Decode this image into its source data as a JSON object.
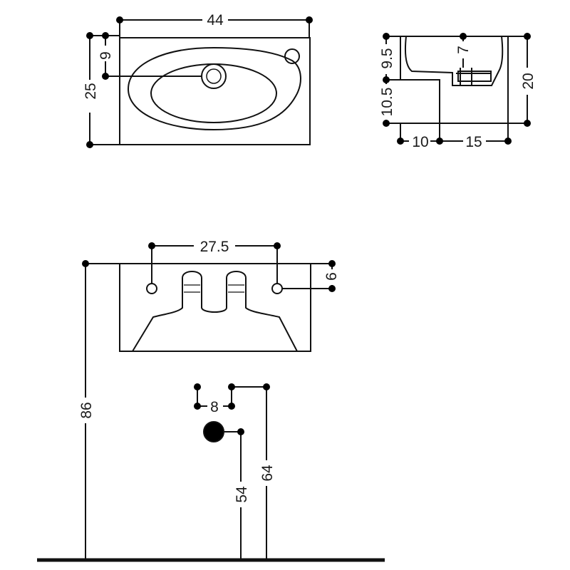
{
  "top_view": {
    "width_label": "44",
    "depth_label": "25",
    "tap_offset_label": "9"
  },
  "side_view": {
    "label_upper": "9.5",
    "label_lower": "10.5",
    "trap_label": "7",
    "height_label": "20",
    "back_label": "10",
    "front_label": "15"
  },
  "front_view": {
    "bracket_spacing_label": "27.5",
    "bracket_offset_label": "6",
    "supply_spacing_label": "8",
    "overall_height_label": "86",
    "drain_height_label": "54",
    "supply_height_label": "64"
  }
}
